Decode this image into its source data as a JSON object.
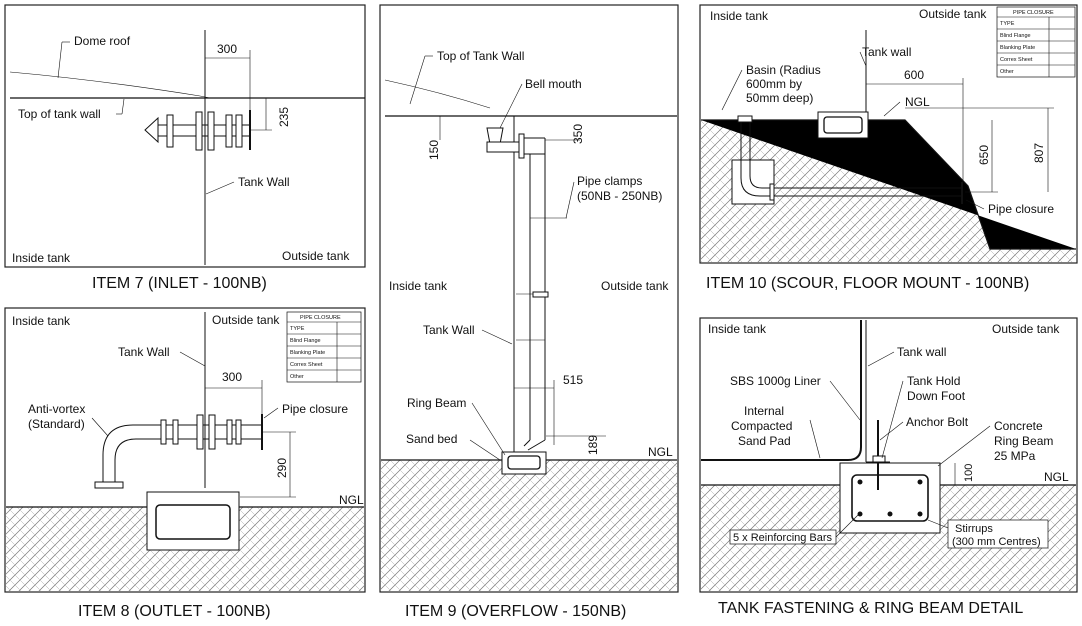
{
  "item7": {
    "caption": "ITEM 7 (INLET - 100NB)",
    "labels": {
      "dome_roof": "Dome roof",
      "top_wall": "Top of tank wall",
      "tank_wall": "Tank Wall",
      "inside": "Inside tank",
      "outside": "Outside tank"
    },
    "dims": {
      "horiz": "300",
      "vert": "235"
    }
  },
  "item8": {
    "caption": "ITEM 8 (OUTLET - 100NB)",
    "labels": {
      "inside": "Inside tank",
      "outside": "Outside tank",
      "tank_wall": "Tank Wall",
      "anti_vortex_1": "Anti-vortex",
      "anti_vortex_2": "(Standard)",
      "pipe_closure": "Pipe closure",
      "ngl": "NGL"
    },
    "dims": {
      "horiz": "300",
      "vert": "290"
    }
  },
  "item9": {
    "caption": "ITEM 9 (OVERFLOW - 150NB)",
    "labels": {
      "top_wall": "Top of Tank Wall",
      "bell_mouth": "Bell mouth",
      "pipe_clamps_1": "Pipe clamps",
      "pipe_clamps_2": "(50NB - 250NB)",
      "inside": "Inside tank",
      "outside": "Outside tank",
      "tank_wall": "Tank Wall",
      "ring_beam": "Ring Beam",
      "sand_bed": "Sand bed",
      "ngl": "NGL"
    },
    "dims": {
      "d150": "150",
      "d350": "350",
      "d515": "515",
      "d189": "189"
    }
  },
  "item10": {
    "caption": "ITEM 10 (SCOUR, FLOOR MOUNT - 100NB)",
    "labels": {
      "inside": "Inside tank",
      "outside": "Outside tank",
      "tank_wall": "Tank wall",
      "basin_1": "Basin (Radius",
      "basin_2": "600mm by",
      "basin_3": "50mm deep)",
      "ngl": "NGL",
      "pipe_closure": "Pipe closure"
    },
    "dims": {
      "d600": "600",
      "d650": "650",
      "d807": "807"
    }
  },
  "detail": {
    "caption": "TANK FASTENING & RING BEAM DETAIL",
    "labels": {
      "inside": "Inside tank",
      "outside": "Outside tank",
      "tank_wall": "Tank wall",
      "liner": "SBS 1000g Liner",
      "sand_1": "Internal",
      "sand_2": "Compacted",
      "sand_3": "Sand Pad",
      "hold_1": "Tank Hold",
      "hold_2": "Down Foot",
      "anchor": "Anchor Bolt",
      "beam_1": "Concrete",
      "beam_2": "Ring Beam",
      "beam_3": "25 MPa",
      "ngl": "NGL",
      "bars": "5 x Reinforcing Bars",
      "stirrups_1": "Stirrups",
      "stirrups_2": "(300 mm Centres)"
    },
    "dims": {
      "d100": "100"
    }
  },
  "pipe_closure_table": {
    "title": "PIPE CLOSURE",
    "rows": [
      "TYPE",
      "Blind Flange",
      "Blanking Plate",
      "Correx Sheet",
      "Other"
    ]
  }
}
